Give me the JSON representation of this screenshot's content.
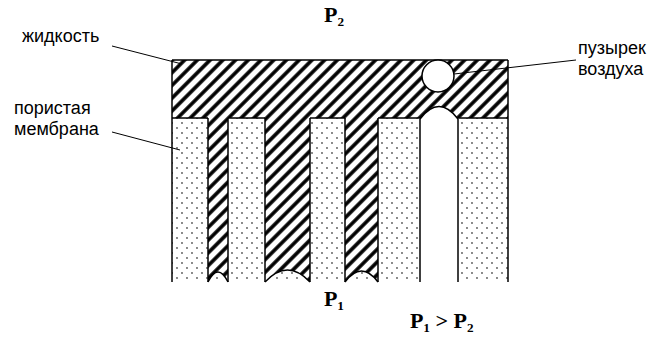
{
  "diagram": {
    "labels": [
      "P₂",
      "жидкость",
      "пузырек воздуха",
      "пористая мембрана",
      "P₁",
      "P₁ > P₂"
    ]
  }
}
